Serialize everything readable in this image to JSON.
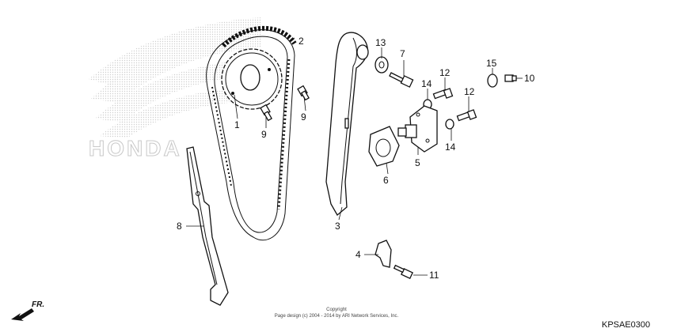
{
  "diagram": {
    "callouts": {
      "c1": "1",
      "c2": "2",
      "c3": "3",
      "c4": "4",
      "c5": "5",
      "c6": "6",
      "c7": "7",
      "c8": "8",
      "c9a": "9",
      "c9b": "9",
      "c10": "10",
      "c11": "11",
      "c12a": "12",
      "c12b": "12",
      "c13": "13",
      "c14a": "14",
      "c14b": "14",
      "c15": "15"
    },
    "copyright_line1": "Copyright",
    "copyright_line2": "Page design (c) 2004 - 2014 by ARI Network Services, Inc.",
    "diagram_code": "KPSAE0300",
    "direction_label": "FR.",
    "watermark_text": "HONDA"
  },
  "colors": {
    "ink": "#111111",
    "watermark": "#d9d9d9"
  }
}
